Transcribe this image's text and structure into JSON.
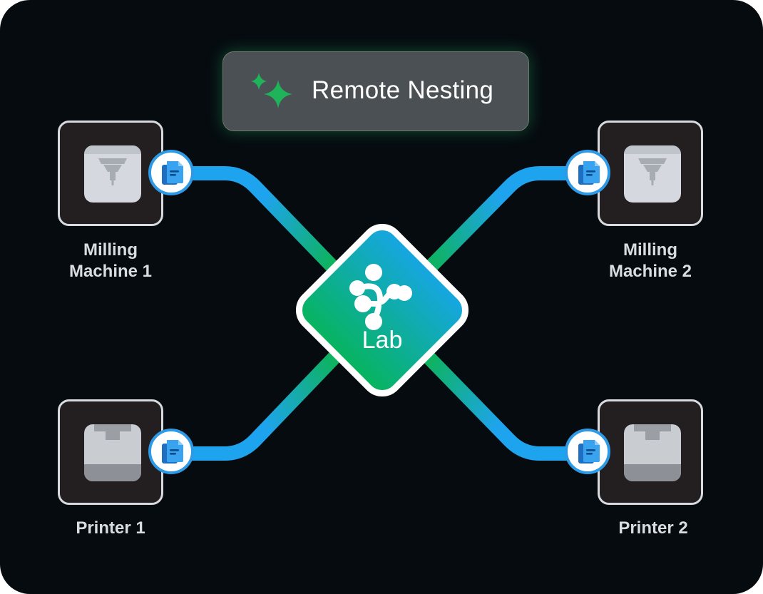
{
  "header": {
    "title": "Remote Nesting",
    "icon": "sparkle-icon",
    "accent_color": "#1fb45a"
  },
  "hub": {
    "label": "Lab",
    "icon": "network-nodes-icon",
    "gradient_top": "#16a6e4",
    "gradient_bottom": "#07b45c"
  },
  "nodes": [
    {
      "id": "milling-1",
      "label_line1": "Milling",
      "label_line2": "Machine 1",
      "icon": "milling-machine-icon"
    },
    {
      "id": "milling-2",
      "label_line1": "Milling",
      "label_line2": "Machine 2",
      "icon": "milling-machine-icon"
    },
    {
      "id": "printer-1",
      "label_line1": "Printer 1",
      "icon": "printer-icon"
    },
    {
      "id": "printer-2",
      "label_line1": "Printer 2",
      "icon": "printer-icon"
    }
  ],
  "badges": {
    "icon": "document-icon",
    "border_color": "#2e9ae6"
  },
  "connection_colors": {
    "blue": "#1ea4ef",
    "green": "#0db35a"
  }
}
